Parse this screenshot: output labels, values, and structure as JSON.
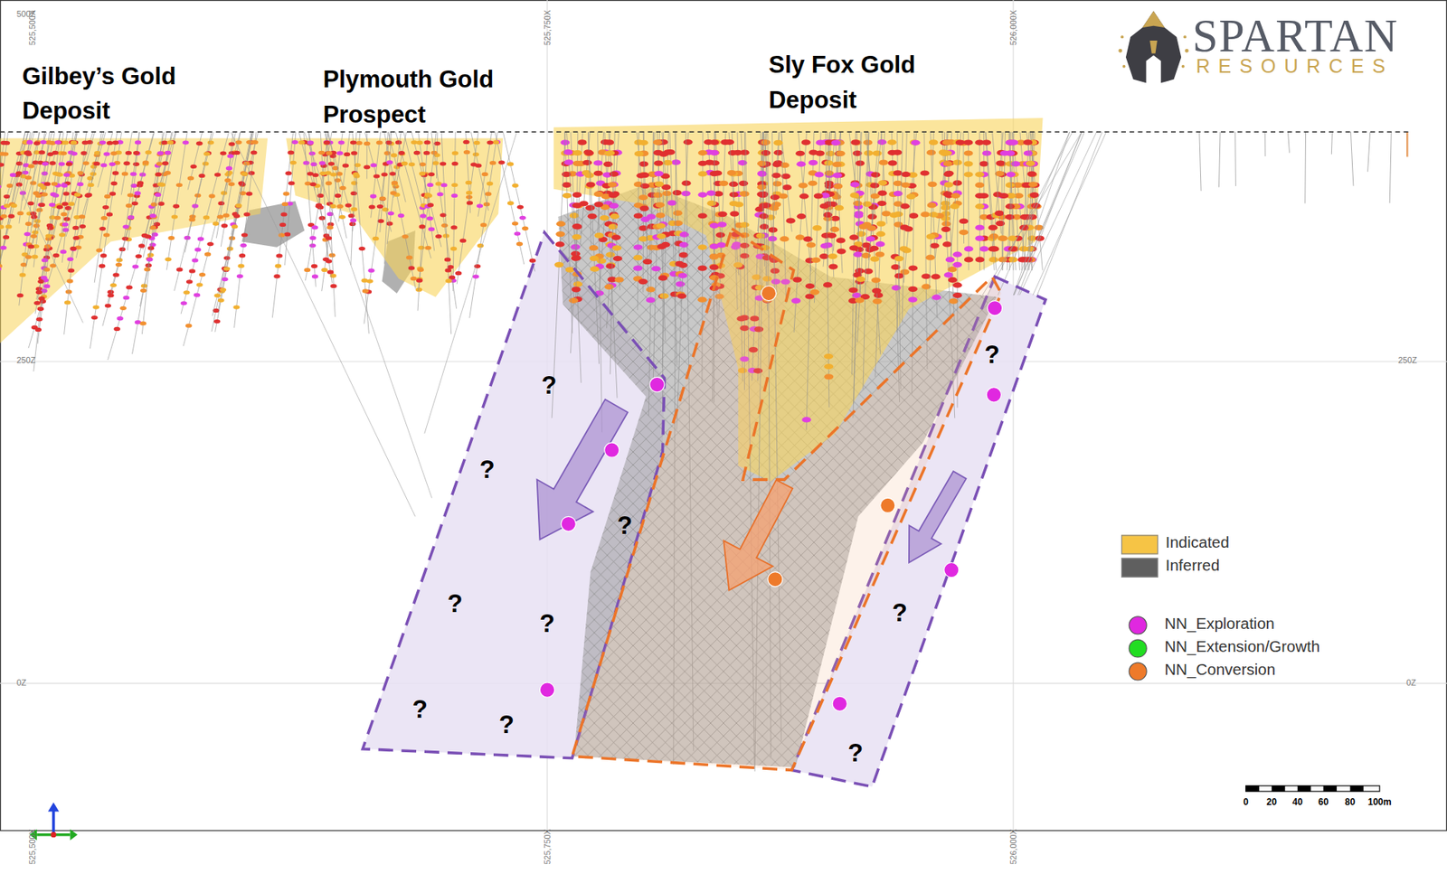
{
  "diagram": {
    "labels": [
      "500Z",
      "525,500X",
      "525,750X",
      "526,000X",
      "Gilbey’s Gold Deposit",
      "Plymouth Gold Prospect",
      "Sly Fox Gold Deposit",
      "SPARTAN",
      "RESOURCES",
      "250Z",
      "250Z",
      "?",
      "?",
      "?",
      "?",
      "?",
      "?",
      "?",
      "?",
      "?",
      "?",
      "0Z",
      "0Z",
      "0",
      "20",
      "40",
      "60",
      "80",
      "100m",
      "525,500X",
      "525,750X",
      "526,000X"
    ],
    "legend": [
      {
        "text": "Indicated",
        "color": "#f6c445"
      },
      {
        "text": "Inferred",
        "color": "#5f5f5f"
      },
      {
        "text": "NN_Exploration",
        "color": "#e028e0"
      },
      {
        "text": "NN_Extension/Growth",
        "color": "#22dd22"
      },
      {
        "text": "NN_Conversion",
        "color": "#ee7a2a"
      }
    ]
  }
}
